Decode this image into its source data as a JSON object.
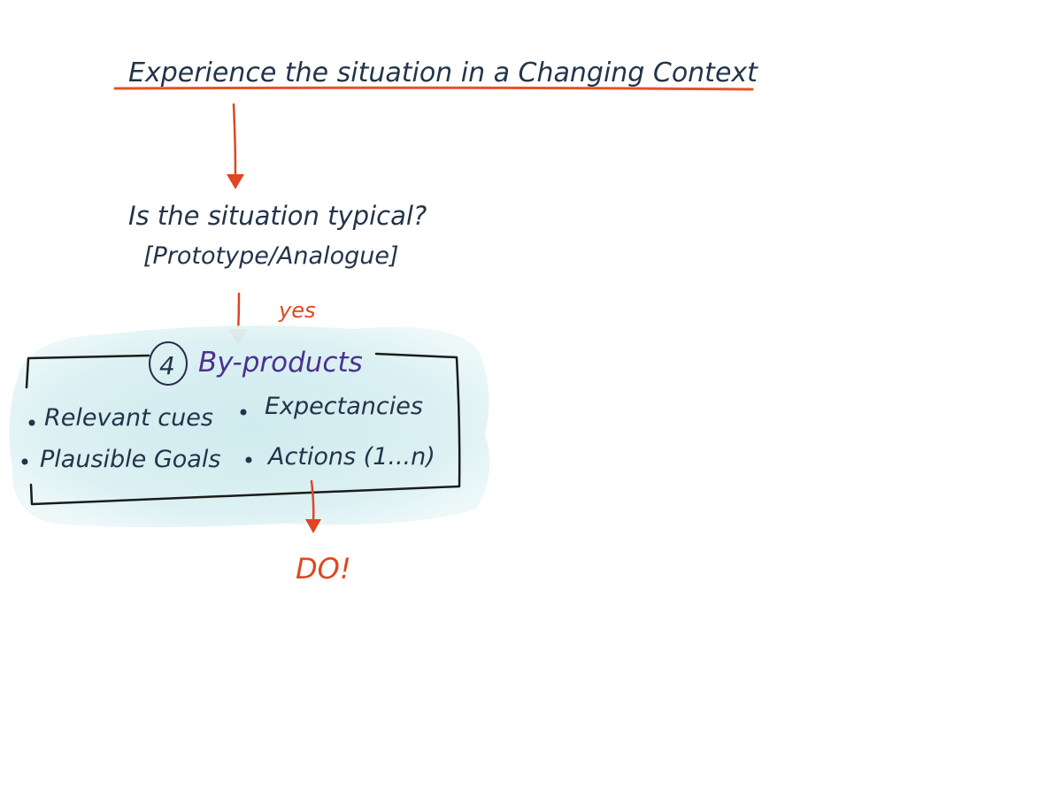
{
  "title": {
    "text": "Experience the situation in a Changing Context"
  },
  "question": {
    "line1": "Is the situation typical?",
    "line2": "[Prototype/Analogue]"
  },
  "yes_label": "yes",
  "byproducts": {
    "number": "4",
    "heading": "By-products",
    "items": [
      "Relevant cues",
      "Expectancies",
      "Plausible Goals",
      "Actions (1...n)"
    ]
  },
  "outcome": {
    "text": "DO!"
  },
  "colors": {
    "ink": "#23344a",
    "accent": "#e0461f",
    "purple": "#4a3290",
    "highlight": "#d6eef0"
  }
}
